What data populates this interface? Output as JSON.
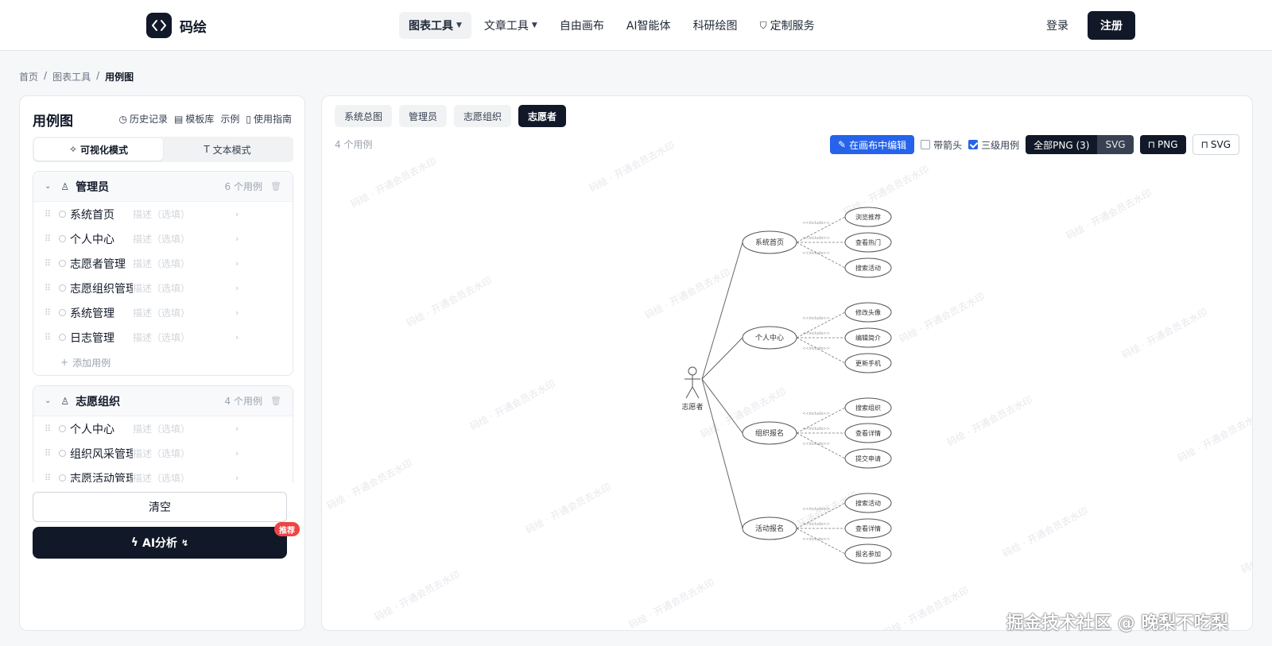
{
  "header": {
    "brand": "码绘",
    "nav": [
      {
        "label": "图表工具",
        "dropdown": true,
        "active": true
      },
      {
        "label": "文章工具",
        "dropdown": true,
        "active": false
      },
      {
        "label": "自由画布",
        "dropdown": false,
        "active": false
      },
      {
        "label": "AI智能体",
        "dropdown": false,
        "active": false
      },
      {
        "label": "科研绘图",
        "dropdown": false,
        "active": false
      },
      {
        "label": "定制服务",
        "dropdown": false,
        "active": false,
        "icon": "shield-check-icon"
      }
    ],
    "login": "登录",
    "register": "注册"
  },
  "breadcrumb": [
    "首页",
    "图表工具",
    "用例图"
  ],
  "left_panel": {
    "title": "用例图",
    "links": [
      {
        "label": "历史记录",
        "icon": "clock-icon"
      },
      {
        "label": "模板库",
        "icon": "template-icon"
      },
      {
        "label": "示例"
      },
      {
        "label": "使用指南",
        "icon": "book-icon"
      }
    ],
    "modes": [
      {
        "label": "可视化模式",
        "icon": "sparkle-icon",
        "active": true
      },
      {
        "label": "文本模式",
        "icon": "text-icon",
        "active": false
      }
    ],
    "groups": [
      {
        "name": "管理员",
        "count": "6 个用例",
        "items": [
          {
            "name": "系统首页",
            "desc": "描述（选填）"
          },
          {
            "name": "个人中心",
            "desc": "描述（选填）"
          },
          {
            "name": "志愿者管理",
            "desc": "描述（选填）"
          },
          {
            "name": "志愿组织管理",
            "desc": "描述（选填）"
          },
          {
            "name": "系统管理",
            "desc": "描述（选填）"
          },
          {
            "name": "日志管理",
            "desc": "描述（选填）"
          }
        ],
        "add_label": "添加用例"
      },
      {
        "name": "志愿组织",
        "count": "4 个用例",
        "items": [
          {
            "name": "个人中心",
            "desc": "描述（选填）"
          },
          {
            "name": "组织风采管理",
            "desc": "描述（选填）"
          },
          {
            "name": "志愿活动管理",
            "desc": "描述（选填）"
          }
        ]
      }
    ],
    "clear": "清空",
    "ai_button": "AI分析",
    "ai_badge": "推荐"
  },
  "right_panel": {
    "tabs": [
      {
        "label": "系统总图",
        "active": false
      },
      {
        "label": "管理员",
        "active": false
      },
      {
        "label": "志愿组织",
        "active": false
      },
      {
        "label": "志愿者",
        "active": true
      }
    ],
    "count": "4 个用例",
    "toolbar": {
      "edit": "在画布中编辑",
      "arrow_label": "带箭头",
      "arrow_checked": false,
      "level3_label": "三级用例",
      "level3_checked": true,
      "all_png": "全部PNG (3)",
      "all_svg": "SVG",
      "png": "PNG",
      "svg": "SVG"
    },
    "watermark": "码绘 · 开通会员去水印",
    "diagram": {
      "actor": "志愿者",
      "include_label": "<<include>>",
      "cases": [
        {
          "name": "系统首页",
          "subs": [
            "浏览推荐",
            "查看热门",
            "搜索活动"
          ]
        },
        {
          "name": "个人中心",
          "subs": [
            "修改头像",
            "编辑简介",
            "更新手机"
          ]
        },
        {
          "name": "组织报名",
          "subs": [
            "搜索组织",
            "查看详情",
            "提交申请"
          ]
        },
        {
          "name": "活动报名",
          "subs": [
            "搜索活动",
            "查看详情",
            "报名参加"
          ]
        }
      ]
    }
  },
  "footer_credit": "掘金技术社区 @ 晚梨不吃梨"
}
